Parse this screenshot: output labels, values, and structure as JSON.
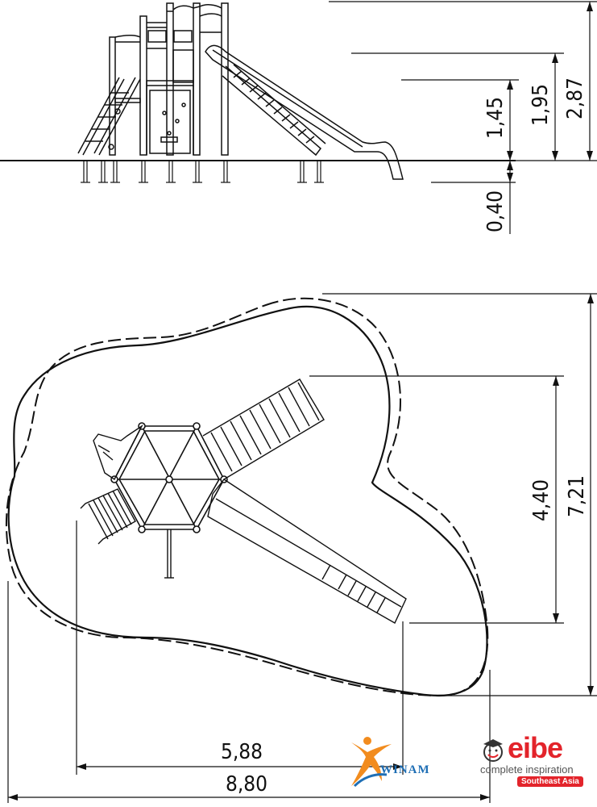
{
  "dimensions": {
    "side_view": {
      "height_total": "2,87",
      "height_platform_high": "1,95",
      "height_platform_low": "1,45",
      "foundation_depth": "0,40"
    },
    "top_view": {
      "length_structure": "5,88",
      "length_safety_zone": "8,80",
      "width_structure": "4,40",
      "width_safety_zone": "7,21"
    }
  },
  "logos": {
    "winam": {
      "text": "WINAM"
    },
    "eibe": {
      "brand": "eibe",
      "tagline": "complete inspiration",
      "region": "Southeast Asia"
    }
  },
  "colors": {
    "line": "#111111",
    "eibe_red": "#e3242b",
    "winam_orange": "#f28c1e",
    "winam_blue": "#1f6fb5"
  }
}
